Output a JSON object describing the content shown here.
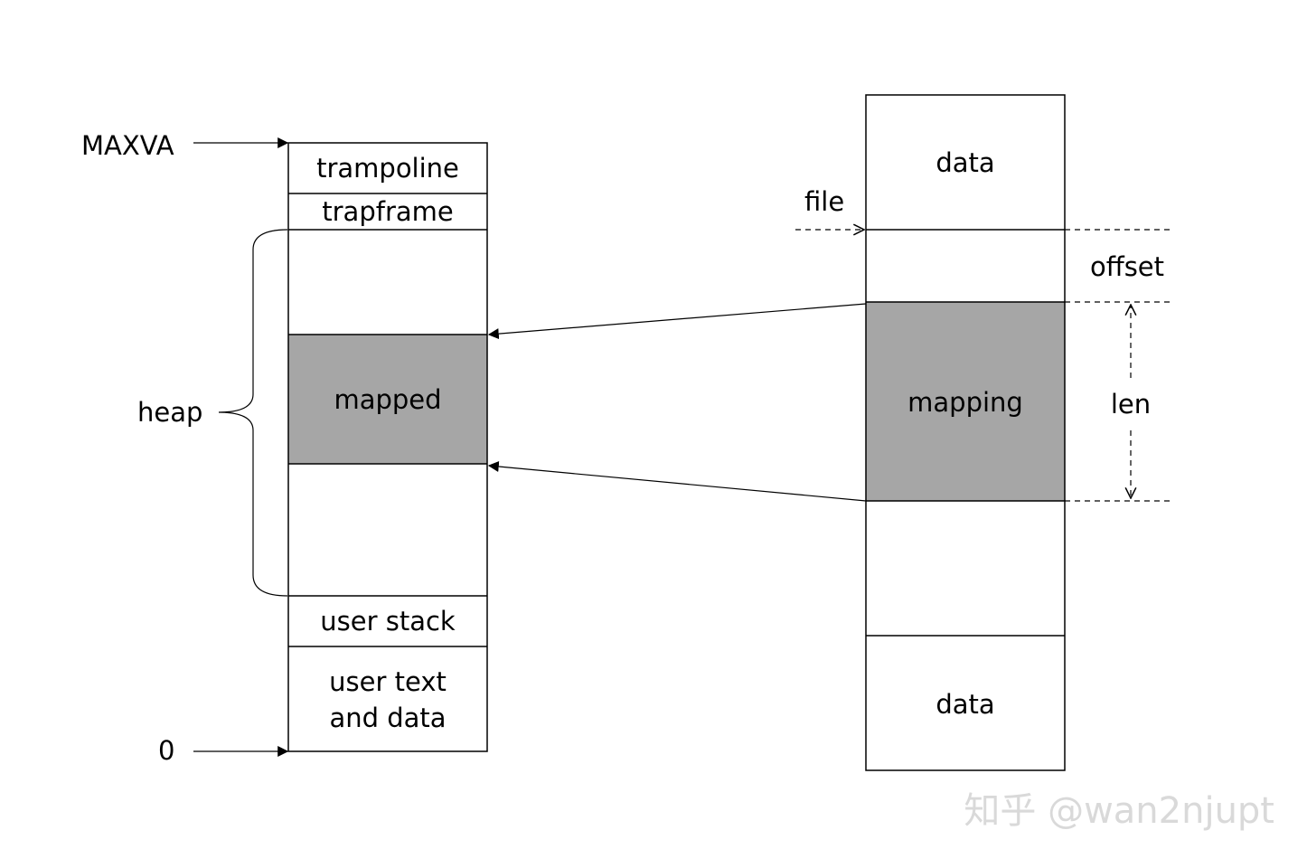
{
  "colors": {
    "line": "#000000",
    "shaded": "#a6a6a6",
    "background": "#ffffff",
    "watermark": "#d9d9d9"
  },
  "address_space": {
    "top_label": "MAXVA",
    "bottom_label": "0",
    "heap_label": "heap",
    "segments": {
      "trampoline": "trampoline",
      "trapframe": "trapframe",
      "mapped": "mapped",
      "user_stack": "user stack",
      "user_text_line1": "user text",
      "user_text_line2": "and data"
    }
  },
  "file": {
    "pointer_label": "file",
    "offset_label": "offset",
    "len_label": "len",
    "segments": {
      "data_top": "data",
      "mapping": "mapping",
      "data_bottom": "data"
    }
  },
  "watermark": {
    "text": "知乎 @wan2njupt"
  }
}
